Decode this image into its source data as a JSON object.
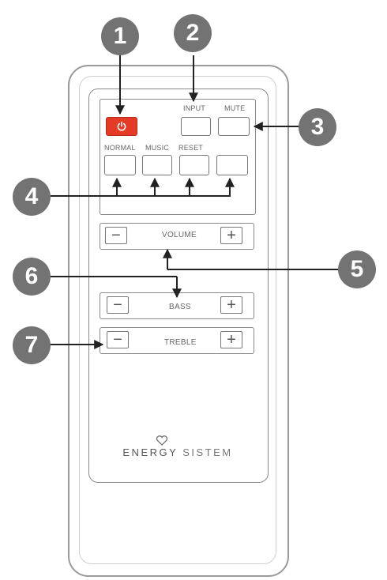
{
  "callouts": [
    "1",
    "2",
    "3",
    "4",
    "5",
    "6",
    "7"
  ],
  "buttons": {
    "input": "INPUT",
    "mute": "MUTE",
    "normal": "NORMAL",
    "music": "MUSIC",
    "reset": "RESET",
    "power_icon": "power-icon"
  },
  "rows": {
    "volume": {
      "label": "VOLUME",
      "minus": "−",
      "plus": "+"
    },
    "bass": {
      "label": "BASS",
      "minus": "−",
      "plus": "+"
    },
    "treble": {
      "label": "TREBLE",
      "minus": "−",
      "plus": "+"
    }
  },
  "brand": {
    "energy": "ENERGY",
    "sistem": "SISTEM"
  },
  "colors": {
    "power": "#e53a25",
    "callout": "#737373",
    "outline": "#8a8a8a"
  }
}
